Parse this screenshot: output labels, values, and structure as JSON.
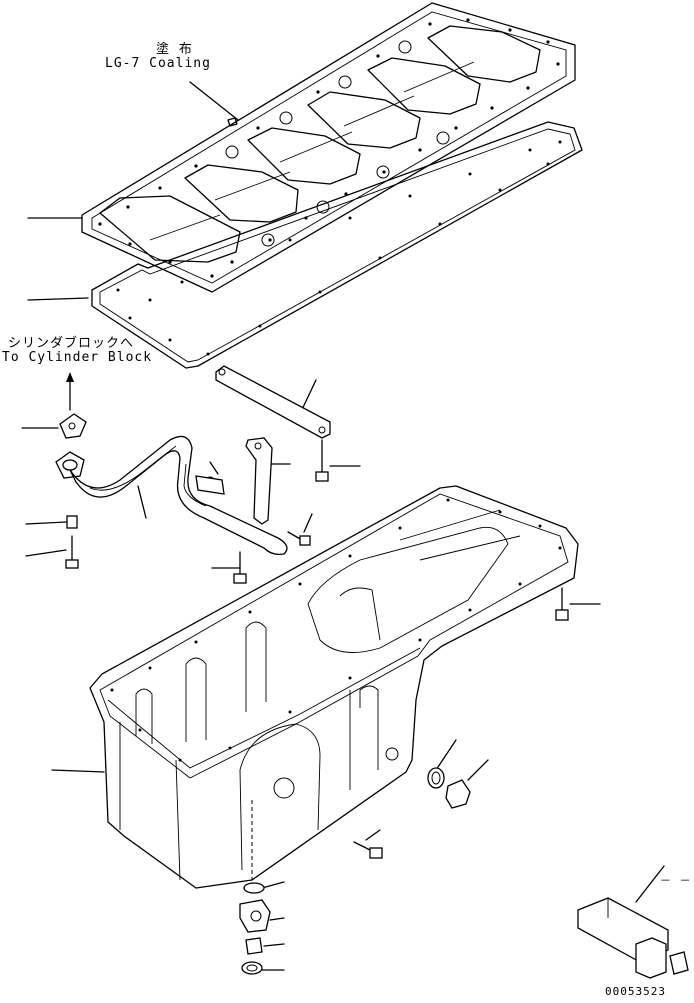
{
  "annotations": {
    "coating_jp": "塗 布",
    "coating_en": "LG-7 Coaling",
    "direction_jp": "シリンダブロックへ",
    "direction_en": "To Cylinder Block"
  },
  "drawing_number": "00053523",
  "detail_callout": "－ －",
  "colors": {
    "line": "#000000",
    "background": "#ffffff"
  }
}
